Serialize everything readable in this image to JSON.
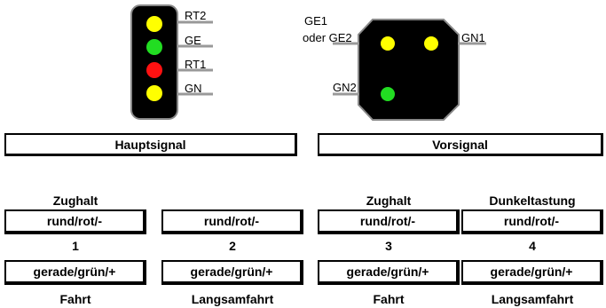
{
  "hauptsignal": {
    "title": "Hauptsignal",
    "lamps": [
      {
        "label": "RT2",
        "color": "#ffff00"
      },
      {
        "label": "GE",
        "color": "#22dd22"
      },
      {
        "label": "RT1",
        "color": "#ff1111"
      },
      {
        "label": "GN",
        "color": "#ffff00"
      }
    ]
  },
  "vorsignal": {
    "title": "Vorsignal",
    "label_ge1": "GE1",
    "label_ge2": "oder GE2",
    "label_gn1": "GN1",
    "label_gn2": "GN2",
    "lamp_colors": {
      "ge": "#ffff00",
      "gn1": "#ffff00",
      "gn2": "#22dd22"
    }
  },
  "buttons": [
    {
      "top_label": "Zughalt",
      "stop_label": "rund/rot/-",
      "number": "1",
      "go_label": "gerade/grün/+",
      "bottom_label": "Fahrt"
    },
    {
      "top_label": "",
      "stop_label": "rund/rot/-",
      "number": "2",
      "go_label": "gerade/grün/+",
      "bottom_label": "Langsamfahrt"
    },
    {
      "top_label": "Zughalt",
      "stop_label": "rund/rot/-",
      "number": "3",
      "go_label": "gerade/grün/+",
      "bottom_label": "Fahrt"
    },
    {
      "top_label": "Dunkeltastung",
      "stop_label": "rund/rot/-",
      "number": "4",
      "go_label": "gerade/grün/+",
      "bottom_label": "Langsamfahrt"
    }
  ]
}
